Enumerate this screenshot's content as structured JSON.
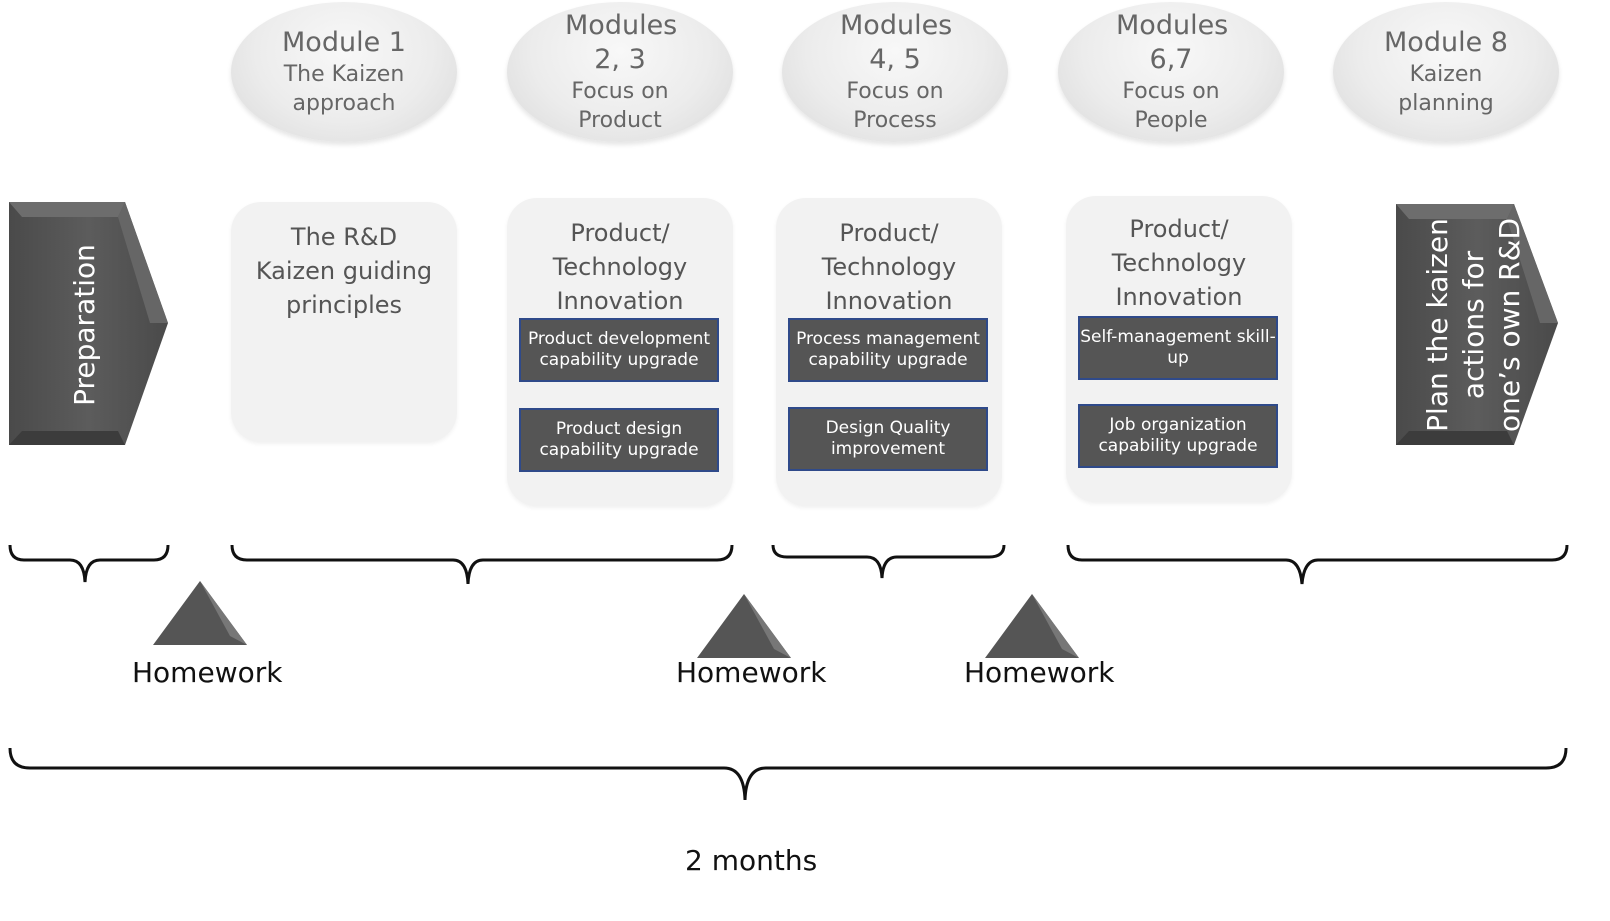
{
  "modules": [
    {
      "title": "Module 1",
      "subtitle": "The Kaizen approach"
    },
    {
      "title": "Modules 2, 3",
      "subtitle": "Focus on Product"
    },
    {
      "title": "Modules 4, 5",
      "subtitle": "Focus on Process"
    },
    {
      "title": "Modules 6,7",
      "subtitle": "Focus on People"
    },
    {
      "title": "Module 8",
      "subtitle": "Kaizen planning"
    }
  ],
  "preparation": {
    "label": "Preparation"
  },
  "panels": [
    {
      "title": "The R&D Kaizen guiding principles",
      "boxes": []
    },
    {
      "title": "Product/ Technology Innovation",
      "boxes": [
        "Product development capability upgrade",
        "Product design capability upgrade"
      ]
    },
    {
      "title": "Product/ Technology Innovation",
      "boxes": [
        "Process management capability upgrade",
        "Design Quality improvement"
      ]
    },
    {
      "title": "Product/ Technology Innovation",
      "boxes": [
        "Self-management skill-up",
        "Job organization capability upgrade"
      ]
    }
  ],
  "plan": {
    "label": "Plan the kaizen actions for one’s own R&D"
  },
  "homework": [
    "Homework",
    "Homework",
    "Homework"
  ],
  "duration": "2 months",
  "colors": {
    "dark_shape": "#555555",
    "box_border": "#2f4a8a",
    "panel_bg": "#f2f2f2",
    "ellipse_text": "#666666"
  }
}
